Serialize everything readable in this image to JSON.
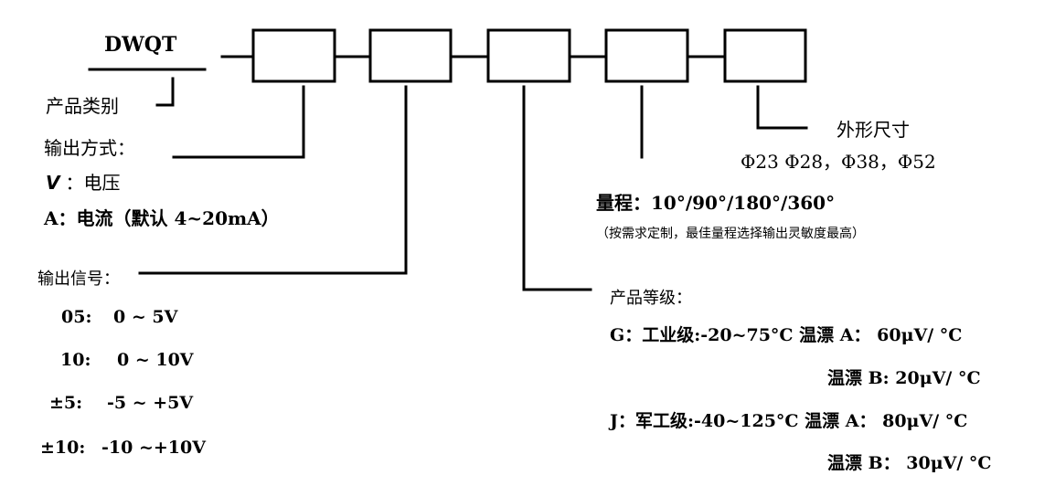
{
  "model_prefix": "DWQT",
  "product_category": {
    "label": "产品类别"
  },
  "output_mode": {
    "title": "输出方式：",
    "v_code": "V",
    "v_desc": "：电压",
    "a_line": "A：电流（默认 4~20mA）"
  },
  "output_signal": {
    "title": "输出信号：",
    "options": [
      {
        "code": "05:",
        "range": "0 ~   5V"
      },
      {
        "code": "10:",
        "range": "0 ~ 10V"
      },
      {
        "code": "±5:",
        "range": "-5 ~ +5V"
      },
      {
        "code": "±10:",
        "range": "-10 ~+10V"
      }
    ]
  },
  "grade": {
    "title": "产品等级：",
    "g_line": "G：工业级:-20~75°C 温漂 A：  60μV/ °C",
    "g_line2": "温漂  B:   20μV/ °C",
    "j_line": "J：军工级:-40~125°C 温漂  A：  80μV/ °C",
    "j_line2": "温漂  B：  30μV/ °C"
  },
  "range": {
    "title": "量程：10°/90°/180°/360°",
    "note": "（按需求定制，最佳量程选择输出灵敏度最高）"
  },
  "dimensions": {
    "title": "外形尺寸",
    "values": "Φ23  Φ28，Φ38，Φ52"
  }
}
